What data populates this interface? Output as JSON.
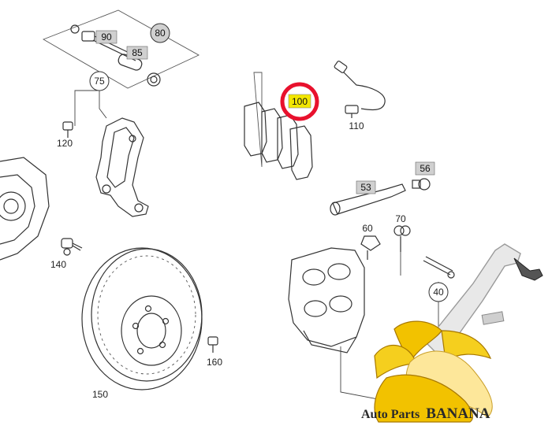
{
  "callouts": {
    "c80": "80",
    "c90": "90",
    "c85": "85",
    "c75": "75",
    "c120": "120",
    "c140": "140",
    "c150": "150",
    "c160": "160",
    "c100": "100",
    "c110": "110",
    "c53": "53",
    "c56": "56",
    "c60": "60",
    "c70": "70",
    "c40": "40"
  },
  "highlighted_part": "100",
  "colors": {
    "highlight_ring": "#e8112d",
    "highlight_fill": "#f2e600",
    "label_box": "#d0d0d0",
    "line": "#333333",
    "banana": "#f2c200"
  },
  "watermark": {
    "text_regular": "Auto Parts",
    "text_bold": "BANANA"
  }
}
